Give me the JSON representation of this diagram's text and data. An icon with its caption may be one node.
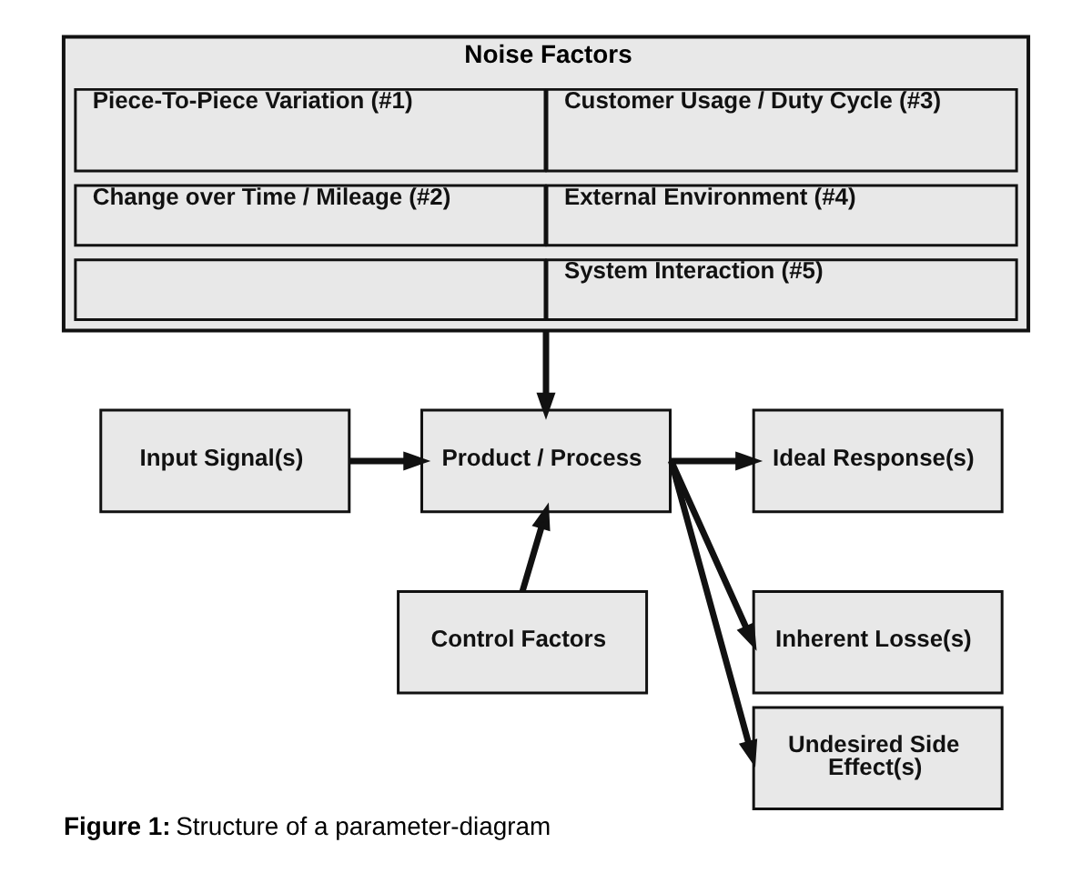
{
  "diagram": {
    "caption": "**Figure 1:** Structure of a parameter-diagram",
    "nodes": [
      {
        "text": [
          "Noise Factors"
        ]
      },
      {
        "text": [
          "Piece-To-Piece Variation (#1)"
        ],
        "in": 0
      },
      {
        "text": [
          "Customer Usage / Duty Cycle (#3)"
        ],
        "in": 0
      },
      {
        "text": [
          "Change over Time / Mileage (#2)"
        ],
        "in": 0
      },
      {
        "text": [
          "External Environment (#4)"
        ],
        "in": 0
      },
      {
        "text": [],
        "shape": "box",
        "in": 0
      },
      {
        "text": [
          "System Interaction (#5)"
        ],
        "in": 0
      },
      {
        "text": [
          "Input Signal(s)"
        ]
      },
      {
        "text": [
          "Product / Process"
        ]
      },
      {
        "text": [
          "Ideal Response(s)"
        ]
      },
      {
        "text": [
          "Inherent Losse(s)"
        ]
      },
      {
        "text": [
          "Control Factors"
        ]
      },
      {
        "text": [
          "Undesired Side Effect(s)"
        ]
      }
    ],
    "edges": [
      {
        "from": 0,
        "to": 8,
        "arrow": "to"
      },
      {
        "from": 7,
        "to": 8,
        "arrow": "to"
      },
      {
        "from": 8,
        "to": 9,
        "arrow": "to"
      },
      {
        "from": 8,
        "to": 10,
        "arrow": "to"
      },
      {
        "from": 11,
        "to": 8,
        "arrow": "to"
      },
      {
        "from": 8,
        "to": 12,
        "arrow": "to"
      }
    ]
  }
}
